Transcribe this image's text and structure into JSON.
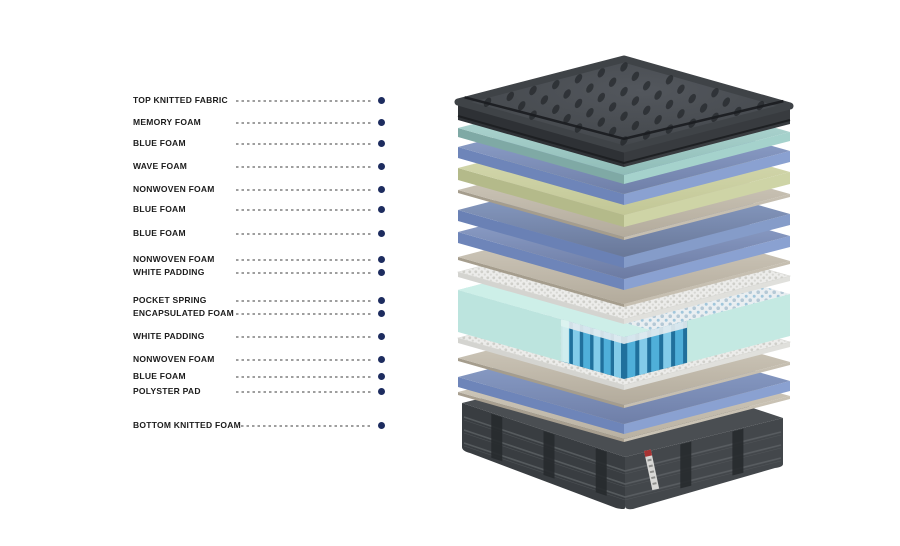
{
  "page": {
    "background": "#ffffff"
  },
  "legend": {
    "text_color": "#1b1b1b",
    "dash_color": "#9e9e9e",
    "dot_color": "#1d2c5f",
    "rows": [
      {
        "label": "TOP KNITTED FABRIC"
      },
      {
        "label": "MEMORY FOAM"
      },
      {
        "label": "BLUE FOAM"
      },
      {
        "label": "WAVE FOAM"
      },
      {
        "label": "NONWOVEN FOAM"
      },
      {
        "label": "BLUE FOAM"
      },
      {
        "label": "BLUE FOAM"
      },
      {
        "label": "NONWOVEN FOAM"
      },
      {
        "label": "WHITE PADDING"
      },
      {
        "label": "POCKET SPRING"
      },
      {
        "label": "ENCAPSULATED FOAM"
      },
      {
        "label": "WHITE PADDING"
      },
      {
        "label": "NONWOVEN FOAM"
      },
      {
        "label": "BLUE FOAM"
      },
      {
        "label": "POLYSTER PAD"
      },
      {
        "label": "BOTTOM KNITTED FOAM"
      }
    ]
  },
  "mattress": {
    "layers": {
      "top-knitted-fabric": {
        "label": "TOP KNITTED FABRIC",
        "colors": {
          "top": "#3f4347",
          "topLight": "#53575d",
          "sideLeft": "#2e3135",
          "sideRight": "#383b3f",
          "dimple": "#1d2023",
          "piping": "#1a1c1f"
        }
      },
      "memory-foam": {
        "label": "MEMORY FOAM",
        "colors": {
          "topBack": "#bfe4e0",
          "topFront": "#8fbcb7",
          "left": "#7fa9a5",
          "right": "#a5d2cc"
        }
      },
      "blue-foam-1": {
        "label": "BLUE FOAM",
        "colors": {
          "topBack": "#9aaed8",
          "topFront": "#6f7fa8",
          "left": "#6e85b9",
          "right": "#8aa1d1"
        }
      },
      "wave-foam": {
        "label": "WAVE FOAM",
        "colors": {
          "topBack": "#dce0b8",
          "topFront": "#c2c796",
          "left": "#b4ba8a",
          "right": "#ced4a6"
        }
      },
      "nonwoven-foam-1": {
        "label": "NONWOVEN FOAM",
        "colors": {
          "topBack": "#d8d2c5",
          "topFront": "#b3ab9c",
          "left": "#a59d8d",
          "right": "#c6bfb1"
        }
      },
      "blue-foam-2": {
        "label": "BLUE FOAM",
        "colors": {
          "topBack": "#93a8d2",
          "topFront": "#697899",
          "left": "#6a81b5",
          "right": "#859cc9"
        }
      },
      "blue-foam-3": {
        "label": "BLUE FOAM",
        "colors": {
          "topBack": "#9aaed8",
          "topFront": "#6c7ba3",
          "left": "#6e85b9",
          "right": "#8aa1d1"
        }
      },
      "nonwoven-foam-2": {
        "label": "NONWOVEN FOAM",
        "colors": {
          "topBack": "#d8d2c5",
          "topFront": "#b3ab9c",
          "left": "#a59d8d",
          "right": "#c6bfb1"
        }
      },
      "white-padding-1": {
        "label": "WHITE PADDING",
        "colors": {
          "base": "#ececea",
          "dot": "#cfcfca",
          "left": "#d4d4d0",
          "right": "#e0e0dc"
        }
      },
      "pocket-spring-encapsulated-foam": {
        "label": "POCKET SPRING ENCAPSULATED FOAM",
        "colors": {
          "foamTop": "#cdeee8",
          "foamLeft": "#bce4de",
          "foamRight": "#c4e9e2",
          "foamCap": "#ddf4ef",
          "coil": "#4fafd9",
          "coilLight": "#82cbe9",
          "coilDark": "#20709c",
          "pocketWhite": "#e4ecef",
          "topBase": "#e9eef1",
          "topDot": "#b5c9d6",
          "topDot2": "#8fbcd6"
        }
      },
      "white-padding-2": {
        "label": "WHITE PADDING",
        "colors": {
          "base": "#ececea",
          "dot": "#cfcfca",
          "left": "#d4d4d0",
          "right": "#e0e0dc"
        }
      },
      "nonwoven-foam-3": {
        "label": "NONWOVEN FOAM",
        "colors": {
          "topBack": "#d8d2c5",
          "topFront": "#b3ab9c",
          "left": "#a59d8d",
          "right": "#c6bfb1"
        }
      },
      "blue-foam-4": {
        "label": "BLUE FOAM",
        "colors": {
          "topBack": "#93a8d2",
          "topFront": "#6f7fa8",
          "left": "#6e85b9",
          "right": "#8aa1d1"
        }
      },
      "polyster-pad": {
        "label": "POLYSTER PAD",
        "colors": {
          "topBack": "#dbd5c8",
          "topFront": "#b9b1a2",
          "left": "#a89f90",
          "right": "#c9c2b4"
        }
      },
      "bottom-knitted-foam": {
        "label": "BOTTOM KNITTED FOAM",
        "colors": {
          "top": "#4a4e52",
          "left": "#393d41",
          "right": "#43474b",
          "stripe": "#5c6064",
          "strap": "#272a2e",
          "tagBg": "#d8d8d6",
          "tagRed": "#a83434"
        }
      }
    }
  }
}
